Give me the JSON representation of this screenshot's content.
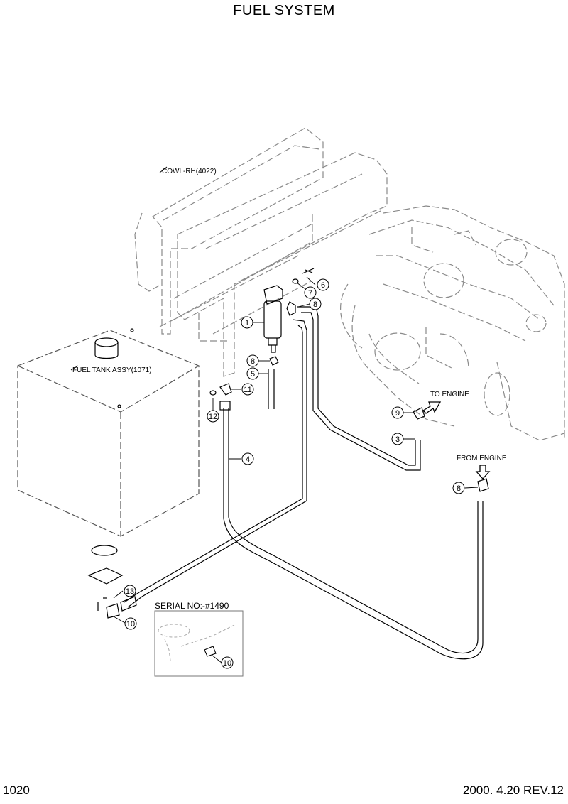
{
  "title": "FUEL SYSTEM",
  "page_number": "1020",
  "revision": "2000. 4.20 REV.12",
  "labels": {
    "cowl": "COWL-RH(4022)",
    "fuel_tank": "FUEL TANK ASSY(1071)",
    "to_engine": "TO ENGINE",
    "from_engine": "FROM ENGINE",
    "serial_no": "SERIAL NO:-#1490"
  },
  "callouts": [
    "1",
    "3",
    "4",
    "5",
    "6",
    "7",
    "8",
    "8",
    "8",
    "9",
    "10",
    "10",
    "11",
    "12",
    "13"
  ]
}
